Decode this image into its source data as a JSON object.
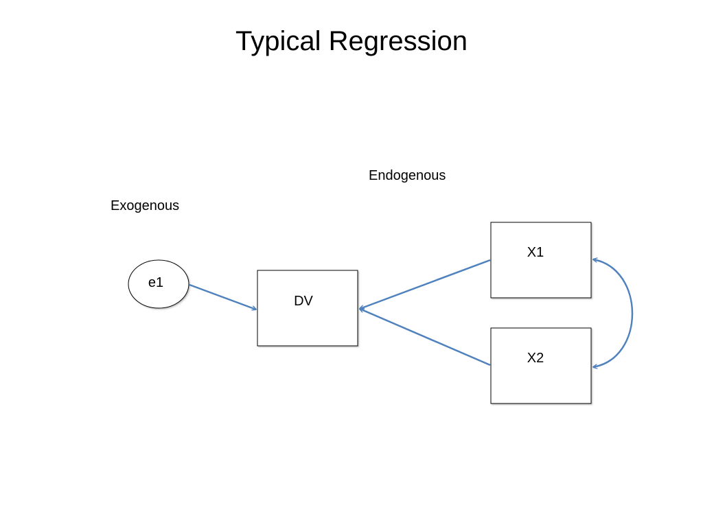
{
  "title": "Typical Regression",
  "labels": {
    "endogenous": "Endogenous",
    "exogenous": "Exogenous"
  },
  "nodes": {
    "e1": {
      "label": "e1",
      "shape": "ellipse"
    },
    "dv": {
      "label": "DV",
      "shape": "rectangle"
    },
    "x1": {
      "label": "X1",
      "shape": "rectangle"
    },
    "x2": {
      "label": "X2",
      "shape": "rectangle"
    }
  },
  "edges": [
    {
      "from": "e1",
      "to": "dv",
      "type": "directed"
    },
    {
      "from": "x1",
      "to": "dv",
      "type": "directed"
    },
    {
      "from": "x2",
      "to": "dv",
      "type": "directed"
    },
    {
      "from": "x1",
      "to": "x2",
      "type": "bidirectional-curve"
    }
  ],
  "colors": {
    "arrow": "#4F81BD",
    "node_border": "#000000"
  }
}
